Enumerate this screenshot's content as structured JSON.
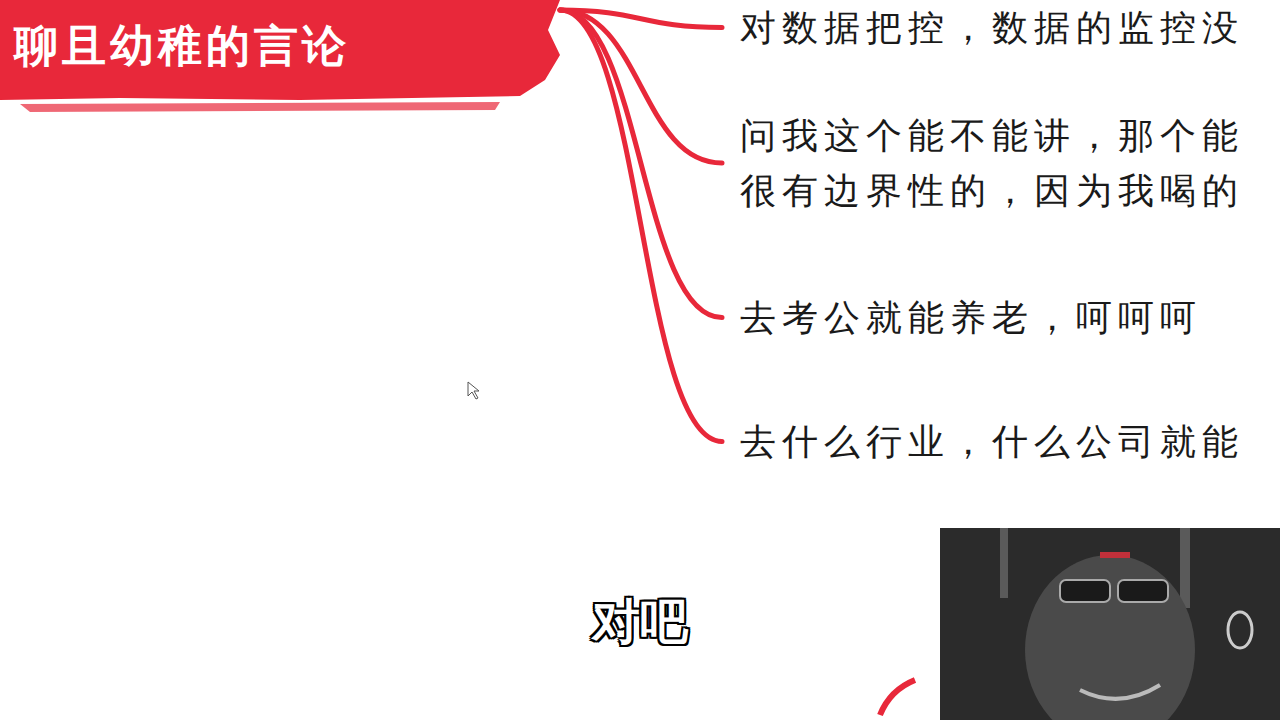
{
  "diagram": {
    "nodes": [
      {
        "text": [
          "聊且幼稚的言论"
        ]
      },
      {
        "text": [
          "对数据把控，数据的监控没"
        ]
      },
      {
        "text": [
          "问我这个能不能讲，那个能 很有边界性的，因为我喝的"
        ]
      },
      {
        "text": [
          "去考公就能养老，呵呵呵"
        ]
      },
      {
        "text": [
          "去什么行业，什么公司就能"
        ]
      }
    ],
    "edges": [
      {
        "from": 0,
        "to": 1,
        "arrow": "none"
      },
      {
        "from": 0,
        "to": 2,
        "arrow": "none"
      },
      {
        "from": 0,
        "to": 3,
        "arrow": "none"
      },
      {
        "from": 0,
        "to": 4,
        "arrow": "none"
      }
    ],
    "labels": [
      "对吧"
    ]
  }
}
